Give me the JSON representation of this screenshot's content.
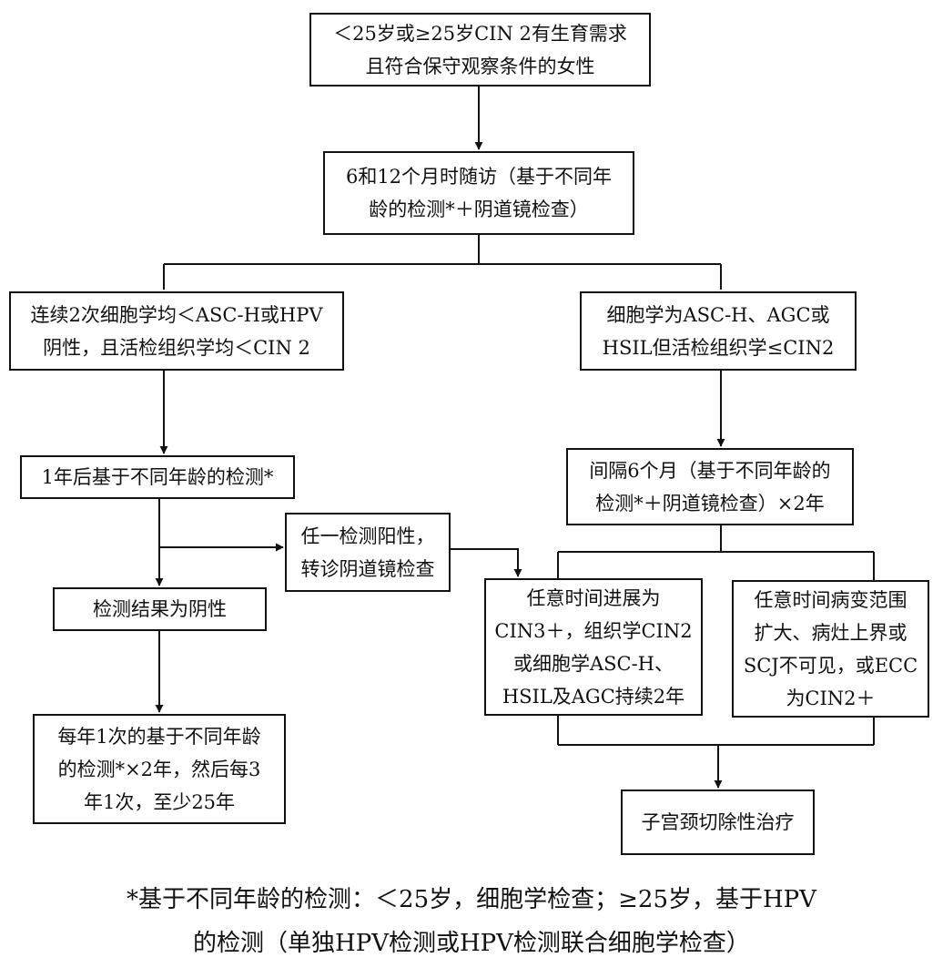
{
  "nodes": {
    "start": "＜25岁或≥25岁CIN 2有生育需求\n且符合保守观察条件的女性",
    "followup": "6和12个月时随访（基于不同年\n龄的检测*＋阴道镜检查）",
    "left_criteria": "连续2次细胞学均＜ASC-H或HPV\n阴性，且活检组织学均＜CIN 2",
    "right_criteria": "细胞学为ASC-H、AGC或\nHSIL但活检组织学≤CIN2",
    "one_year_test": "1年后基于不同年龄的检测*",
    "any_positive": "任一检测阳性，\n转诊阴道镜检查",
    "negative_result": "检测结果为阴性",
    "annual": "每年1次的基于不同年龄\n的检测*×2年，然后每3\n年1次，至少25年",
    "interval_6m": "间隔6个月（基于不同年龄的\n检测*＋阴道镜检查）×2年",
    "progress": "任意时间进展为\nCIN3＋，组织学CIN2\n或细胞学ASC-H、\nHSIL及AGC持续2年",
    "lesion_expand": "任意时间病变范围\n扩大、病灶上界或\nSCJ不可见，或ECC\n为CIN2＋",
    "hysterectomy": "子宫颈切除性治疗"
  },
  "footnote": {
    "line1": "*基于不同年龄的检测：＜25岁，细胞学检查；≥25岁，基于HPV",
    "line2": "的检测（单独HPV检测或HPV检测联合细胞学检查）"
  }
}
